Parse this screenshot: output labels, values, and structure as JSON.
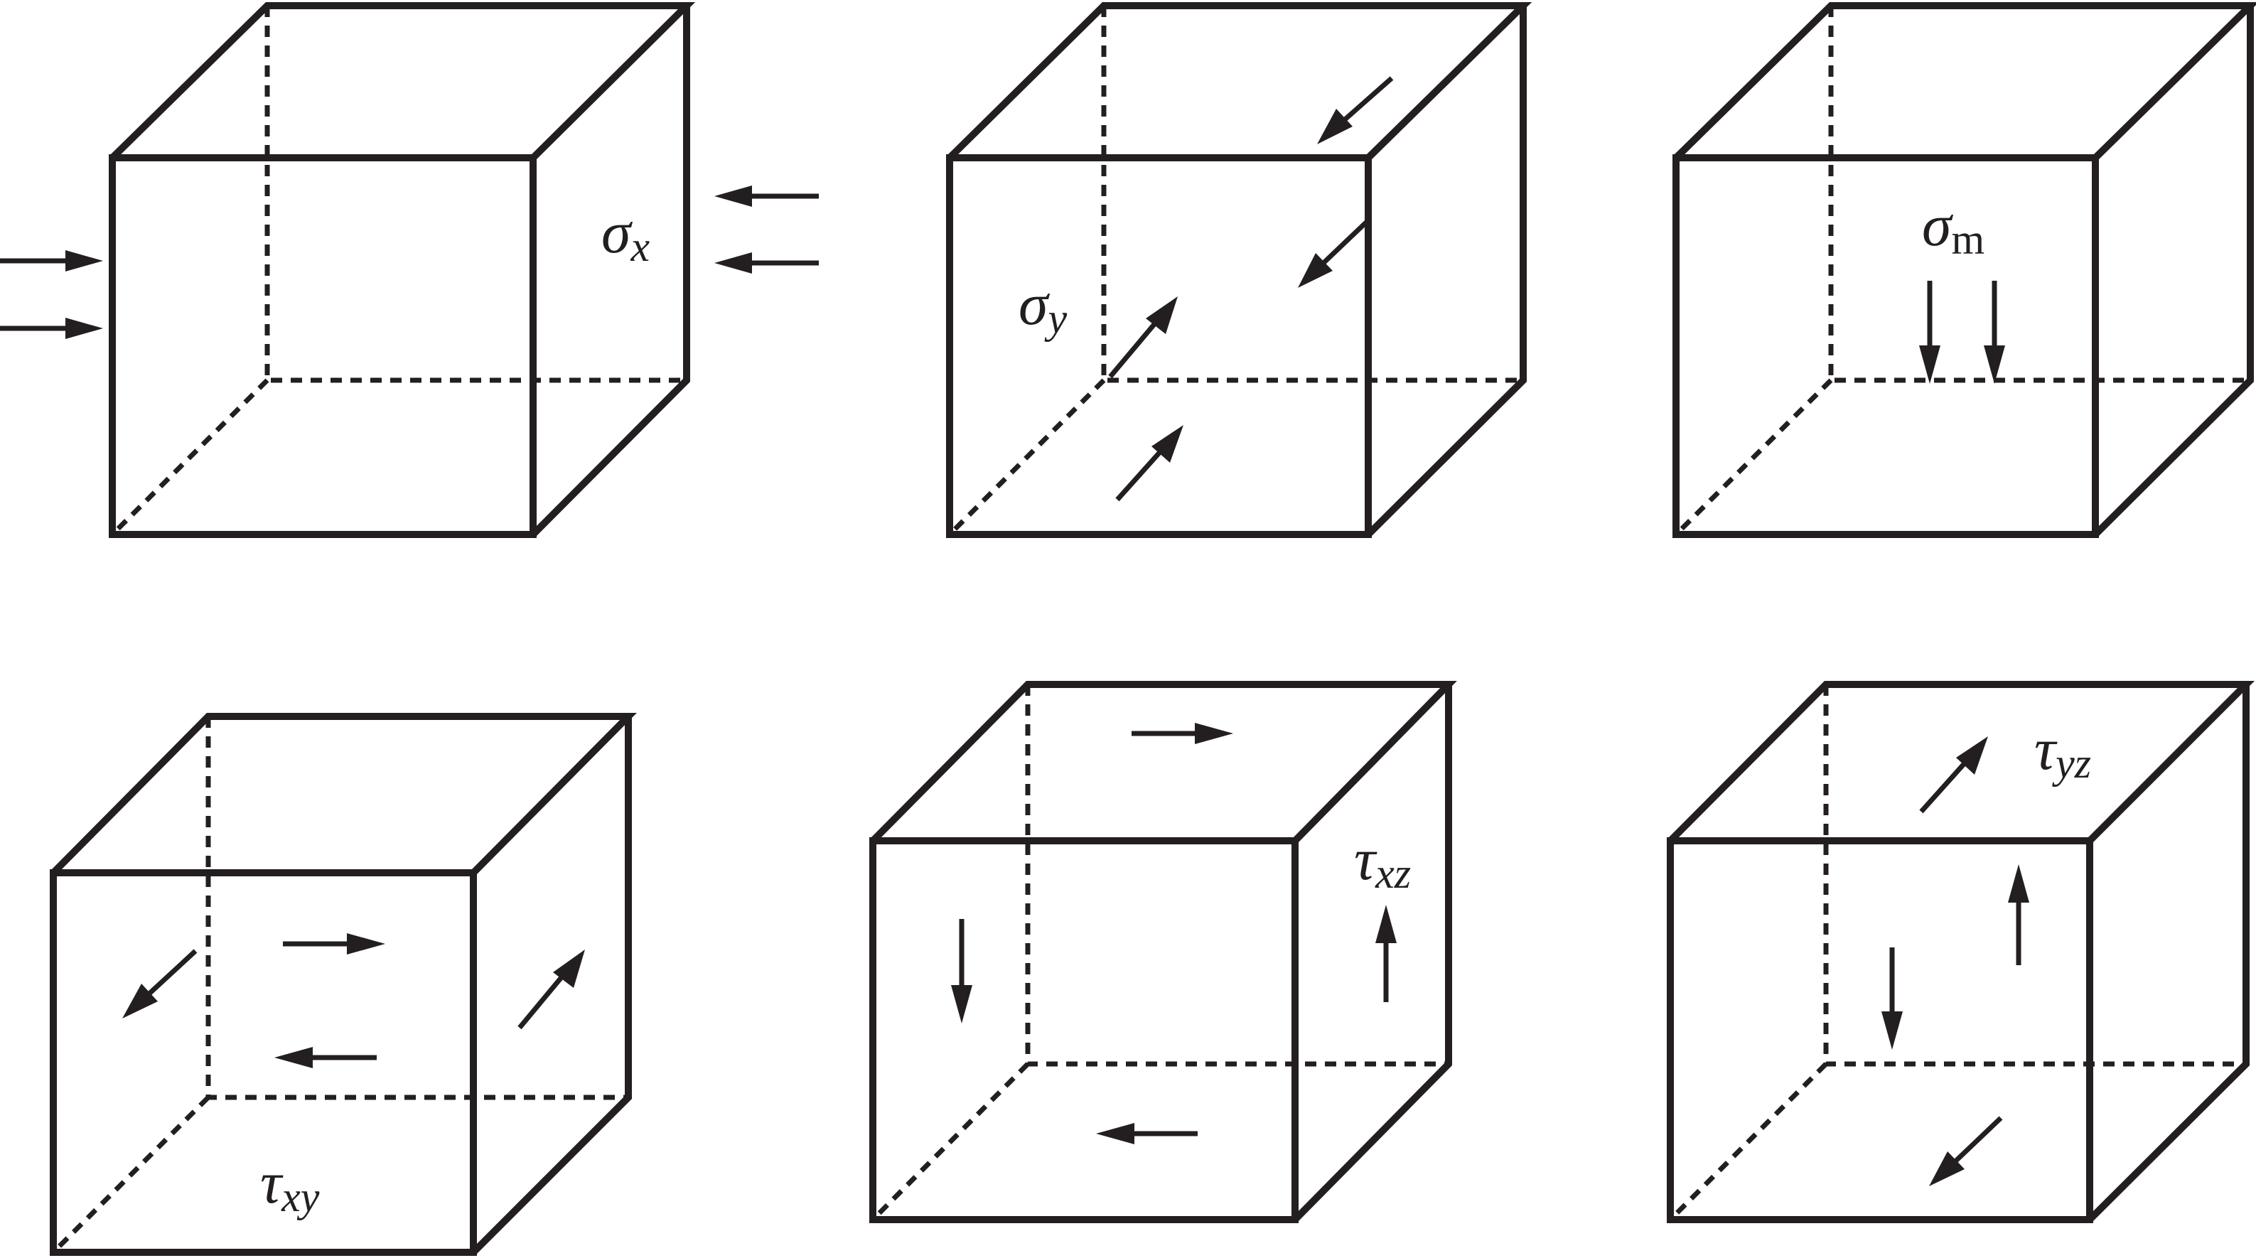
{
  "labels": {
    "sigma_x": {
      "symbol": "σ",
      "subscript": "x"
    },
    "sigma_y": {
      "symbol": "σ",
      "subscript": "y"
    },
    "sigma_m": {
      "symbol": "σ",
      "subscript": "m"
    },
    "tau_xy": {
      "symbol": "τ",
      "subscript": "xy"
    },
    "tau_xz": {
      "symbol": "τ",
      "subscript": "xz"
    },
    "tau_yz": {
      "symbol": "τ",
      "subscript": "yz"
    }
  }
}
